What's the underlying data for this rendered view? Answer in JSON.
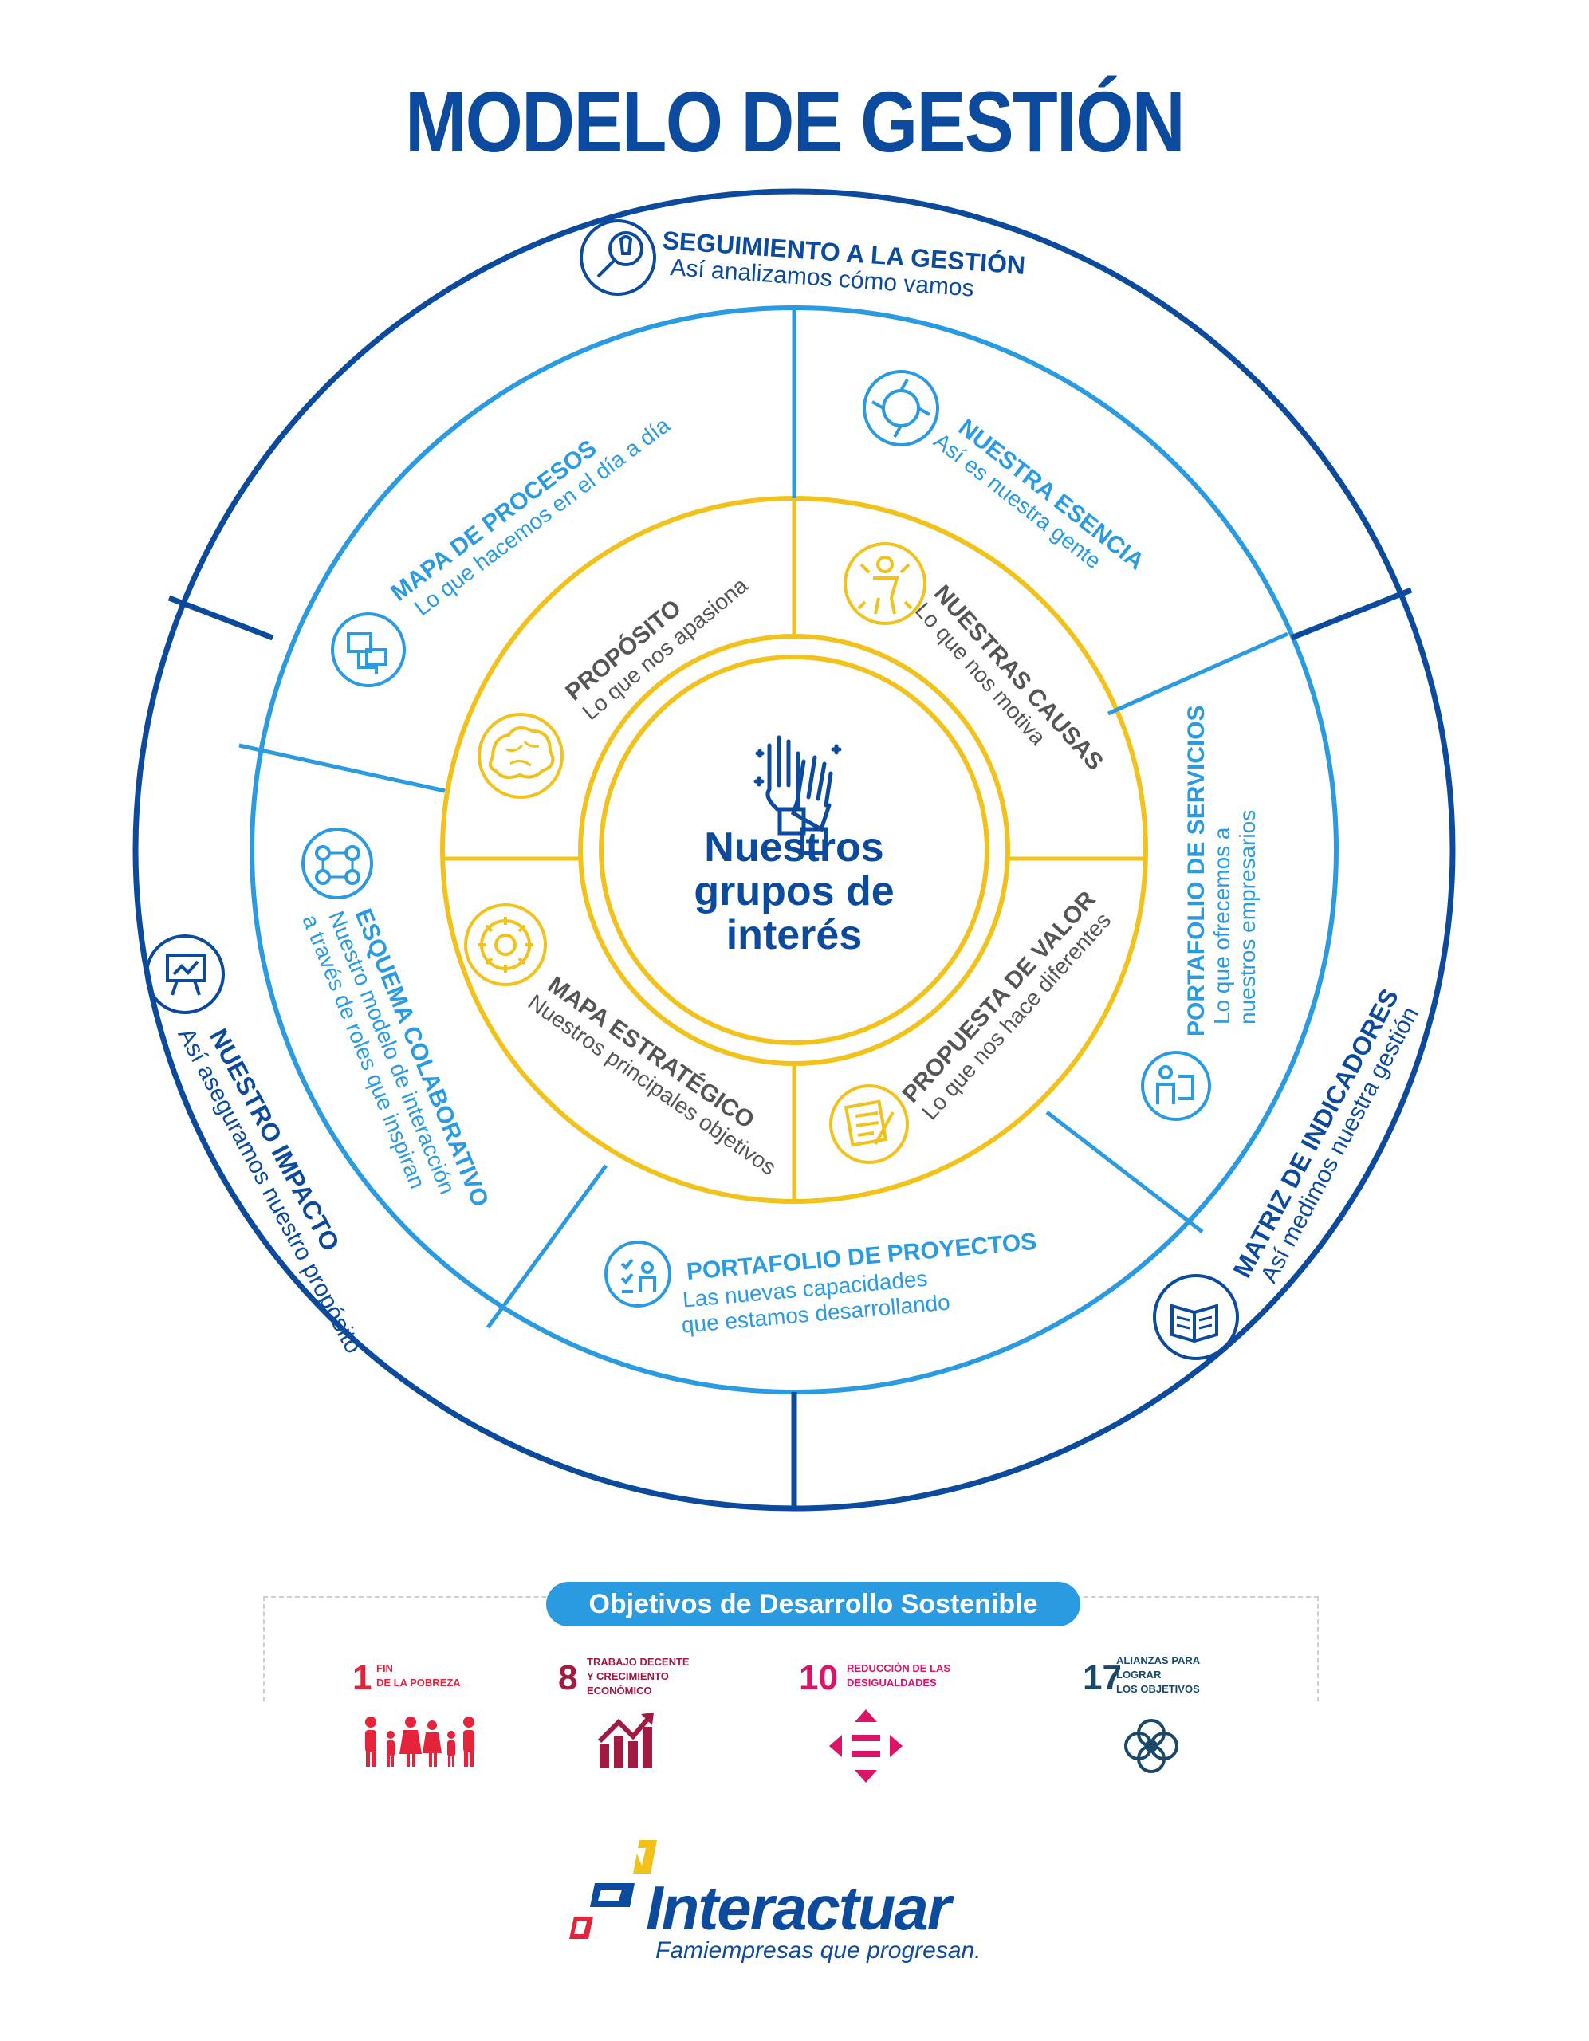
{
  "title": "MODELO DE GESTIÓN",
  "center": {
    "line1": "Nuestros",
    "line2": "grupos de",
    "line3": "interés",
    "icon": "raised-hands-icon"
  },
  "inner_ring": [
    {
      "title": "PROPÓSITO",
      "subtitle": "Lo que nos apasiona",
      "icon": "brain-icon"
    },
    {
      "title": "NUESTRAS CAUSAS",
      "subtitle": "Lo que nos motiva",
      "icon": "person-arrows-icon"
    },
    {
      "title": "PROPUESTA DE VALOR",
      "subtitle": "Lo que nos hace diferentes",
      "icon": "document-pen-icon"
    },
    {
      "title": "MAPA ESTRATÉGICO",
      "subtitle": "Nuestros principales objetivos",
      "icon": "target-wheel-icon"
    }
  ],
  "middle_ring": [
    {
      "title": "MAPA DE PROCESOS",
      "subtitle": "Lo que hacemos en el día a día",
      "icon": "flowchart-icon"
    },
    {
      "title": "NUESTRA ESENCIA",
      "subtitle": "Así es nuestra gente",
      "icon": "team-hands-icon"
    },
    {
      "title": "PORTAFOLIO DE SERVICIOS",
      "subtitle1": "Lo que ofrecemos a",
      "subtitle2": "nuestros empresarios",
      "icon": "presenter-icon"
    },
    {
      "title": "PORTAFOLIO DE PROYECTOS",
      "subtitle1": "Las nuevas capacidades",
      "subtitle2": "que estamos desarrollando",
      "icon": "checklist-person-icon"
    },
    {
      "title": "ESQUEMA COLABORATIVO",
      "subtitle1": "Nuestro modelo de interacción",
      "subtitle2": "a través de roles que inspiran",
      "icon": "network-people-icon"
    }
  ],
  "outer_ring": [
    {
      "title": "SEGUIMIENTO A LA GESTIÓN",
      "subtitle": "Así analizamos cómo vamos",
      "icon": "magnifier-bulb-icon"
    },
    {
      "title": "MATRIZ DE INDICADORES",
      "subtitle": "Así medimos nuestra gestión",
      "icon": "open-book-icon"
    },
    {
      "title": "NUESTRO IMPACTO",
      "subtitle": "Así aseguramos nuestro propósito",
      "icon": "presentation-board-icon"
    }
  ],
  "ods": {
    "heading": "Objetivos de Desarrollo Sostenible",
    "goals": [
      {
        "number": "1",
        "label": "FIN\nDE LA POBREZA",
        "color": "#e5243b",
        "icon": "family-icon"
      },
      {
        "number": "8",
        "label": "TRABAJO DECENTE\nY CRECIMIENTO\nECONÓMICO",
        "color": "#a21942",
        "icon": "growth-chart-icon"
      },
      {
        "number": "10",
        "label": "REDUCCIÓN DE LAS\nDESIGUALDADES",
        "color": "#dd1367",
        "icon": "equality-arrows-icon"
      },
      {
        "number": "17",
        "label": "ALIANZAS PARA\nLOGRAR\nLOS OBJETIVOS",
        "color": "#19486a",
        "icon": "flower-rings-icon"
      }
    ]
  },
  "logo": {
    "name": "Interactuar",
    "tagline": "Famiempresas que progresan."
  },
  "colors": {
    "navy": "#0b4a9c",
    "light_blue": "#2a9be0",
    "yellow": "#f2c21b",
    "gray_text": "#555555"
  }
}
